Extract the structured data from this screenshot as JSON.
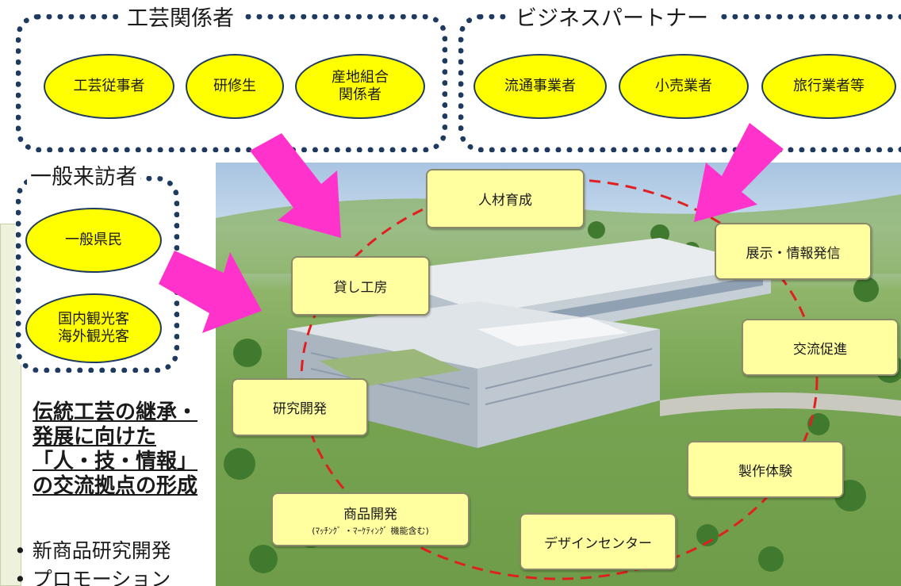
{
  "groups": {
    "craft": {
      "title": "工芸関係者",
      "members": [
        "工芸従事者",
        "研修生",
        "産地組合\n関係者"
      ]
    },
    "business": {
      "title": "ビジネスパートナー",
      "members": [
        "流通事業者",
        "小売業者",
        "旅行業者等"
      ]
    },
    "visitors": {
      "title": "一般来訪者",
      "members": [
        "一般県民",
        "国内観光客\n海外観光客"
      ]
    }
  },
  "functions": {
    "jinzai": "人材育成",
    "tenji": "展示・情報発信",
    "kashi": "貸し工房",
    "koryu": "交流促進",
    "kenkyu": "研究開発",
    "seisaku": "製作体験",
    "shohin_title": "商品開発",
    "shohin_sub": "(ﾏｯﾁﾝｸﾞ ・ﾏｰｹﾃｨﾝｸﾞ 機能含む)",
    "design": "デザインセンター"
  },
  "slogan": "伝統工芸の継承・発展に向けた「人・技・情報」の交流拠点の形成",
  "bullets": [
    "新商品研究開発",
    "プロモーション"
  ],
  "colors": {
    "ellipse_fill": "#ffff00",
    "box_fill": "#ffffa0",
    "arrow": "#ff33cc",
    "cycle": "#e02020",
    "dotted_border": "#1f3a5f"
  }
}
